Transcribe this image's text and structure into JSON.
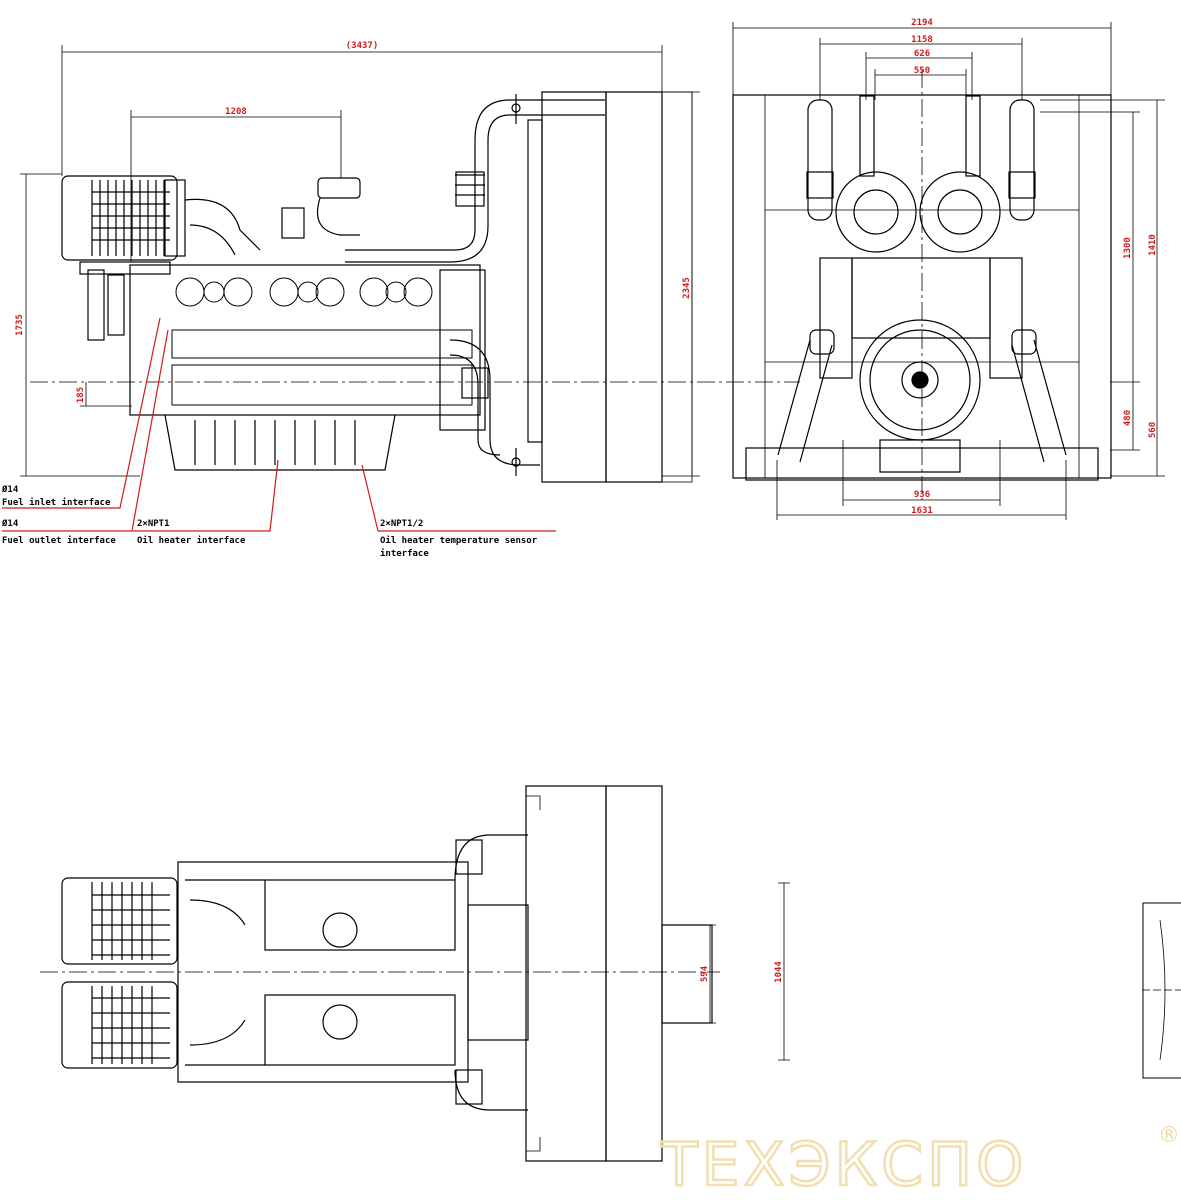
{
  "side_view": {
    "dims": {
      "overall_length": "(3437)",
      "turbo_offset": "1208",
      "height_left": "1735",
      "crank_height": "185",
      "radiator_height": "2345"
    },
    "annotations": [
      {
        "spec": "Ø14",
        "label": "Fuel inlet interface"
      },
      {
        "spec": "Ø14",
        "label": "Fuel outlet interface"
      },
      {
        "spec": "2×NPT1",
        "label": "Oil heater interface"
      },
      {
        "spec": "2×NPT1/2",
        "label": "Oil heater temperature sensor",
        "label2": "interface"
      }
    ]
  },
  "front_view": {
    "dims": {
      "total_width": "2194",
      "exhaust_spacing": "1158",
      "inner_spacing_a": "626",
      "inner_spacing_b": "550",
      "height_a": "1300",
      "height_b": "1410",
      "lower_a": "480",
      "lower_b": "560",
      "base_inner": "936",
      "base_outer": "1631"
    }
  },
  "top_view": {
    "dims": {
      "flange_width": "594",
      "overall_width": "1044"
    }
  },
  "watermark": {
    "brand": "ТЕХЭКСПО",
    "registered": "®"
  }
}
